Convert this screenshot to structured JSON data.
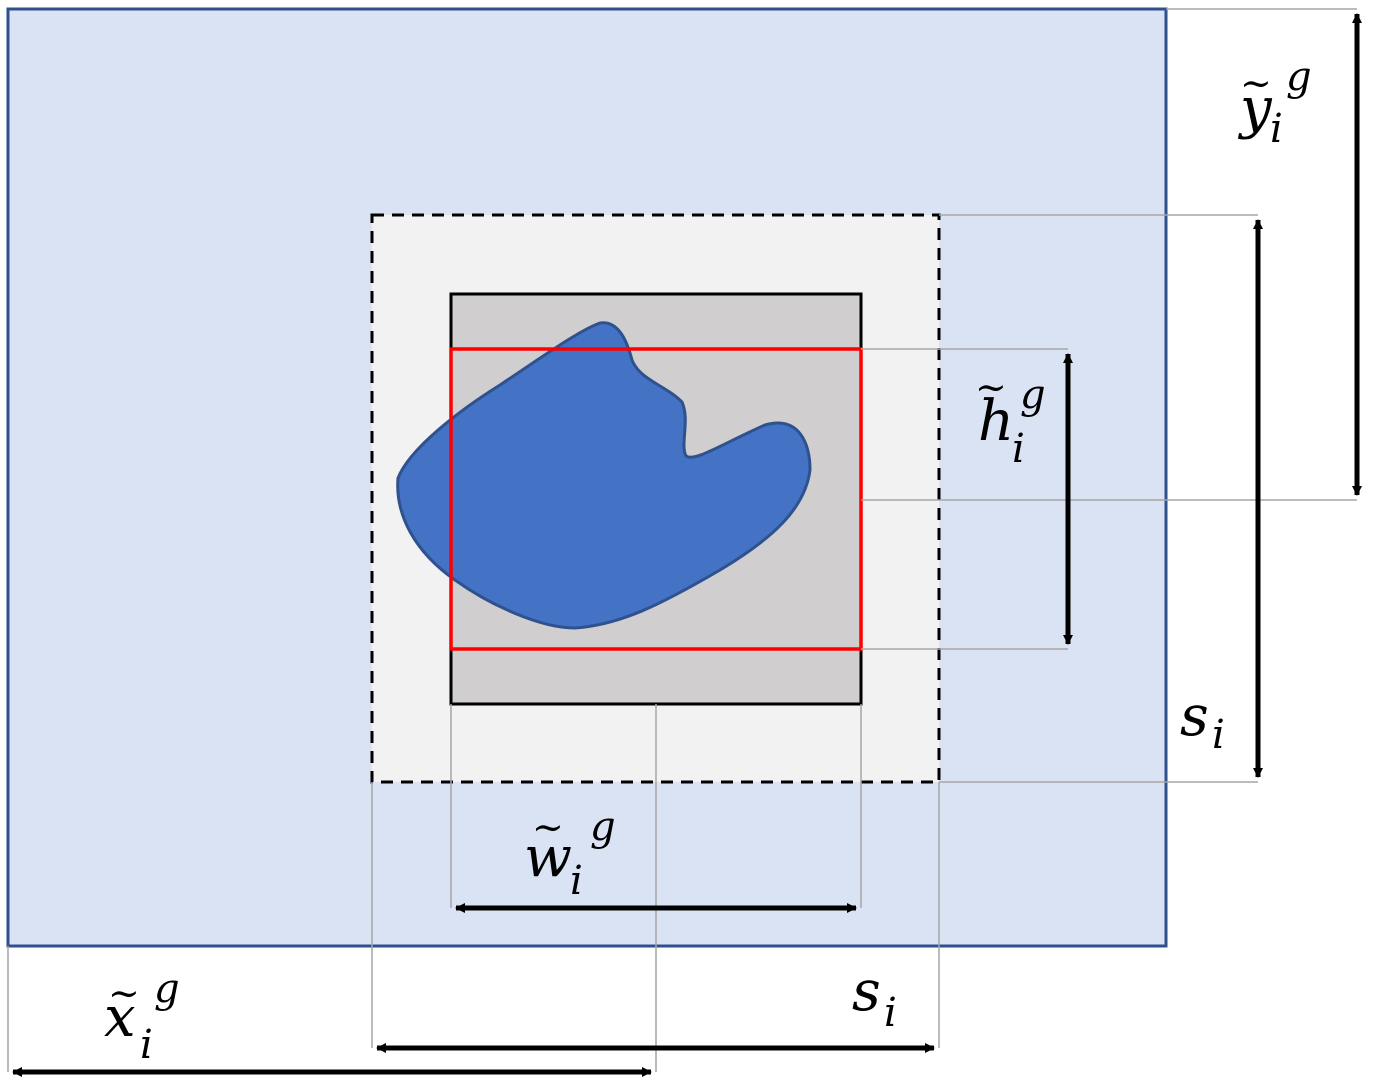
{
  "diagram": {
    "labels": {
      "y": {
        "base": "y",
        "accent": "~",
        "sup": "g",
        "sub": "i"
      },
      "h": {
        "base": "h",
        "accent": "~",
        "sup": "g",
        "sub": "i"
      },
      "s_right": {
        "base": "s",
        "sub": "i"
      },
      "w": {
        "base": "w",
        "accent": "~",
        "sup": "g",
        "sub": "i"
      },
      "x": {
        "base": "x",
        "accent": "~",
        "sup": "g",
        "sub": "i"
      },
      "s_bottom": {
        "base": "s",
        "sub": "i"
      }
    },
    "colors": {
      "image_fill": "#DAE3F3",
      "image_border": "#2F4F8F",
      "crop_fill": "#F2F2F2",
      "box_fill": "#D0CECE",
      "bbox_stroke": "#FF0000",
      "object_fill": "#4472C4",
      "object_stroke": "#2F528F",
      "guide": "#A6A6A6"
    }
  }
}
